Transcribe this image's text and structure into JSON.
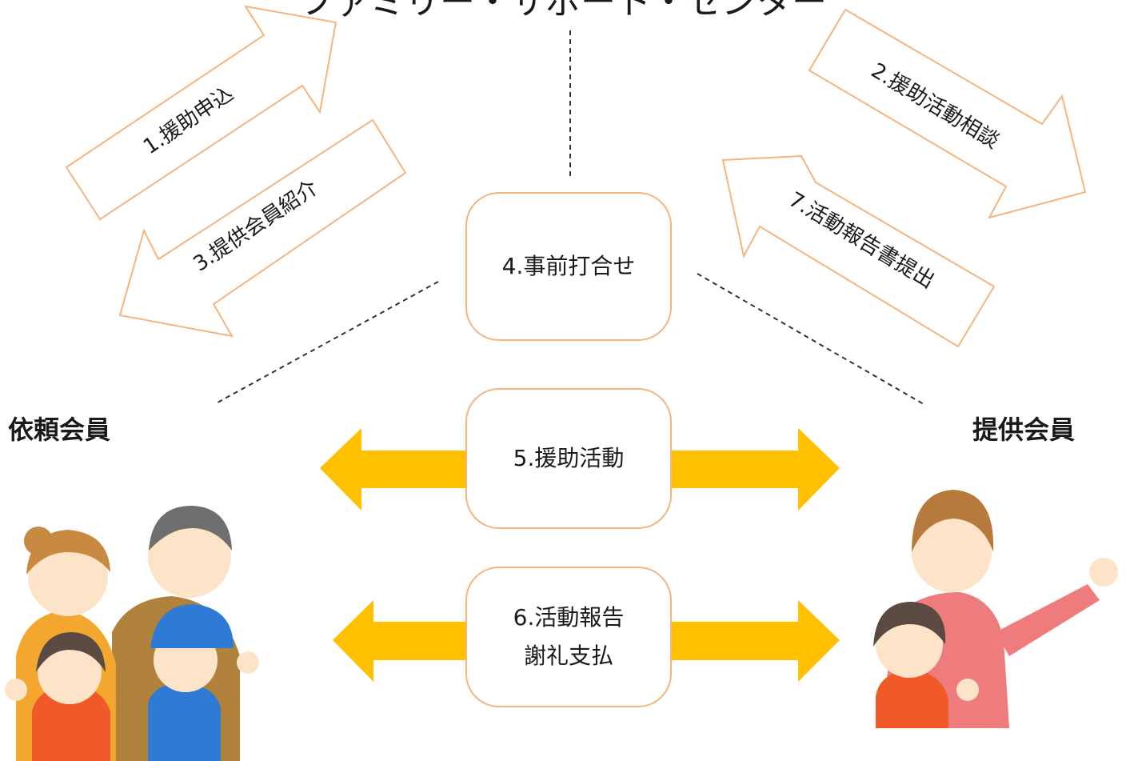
{
  "center": {
    "title": "ファミリー・サポート・センター"
  },
  "groups": {
    "requester": "依頼会員",
    "provider": "提供会員"
  },
  "steps": {
    "s1": "1.援助申込",
    "s2": "2.援助活動相談",
    "s3": "3.提供会員紹介",
    "s4": "4.事前打合せ",
    "s5": "5.援助活動",
    "s6a": "6.活動報告",
    "s6b": "謝礼支払",
    "s7": "7.活動報告書提出"
  },
  "colors": {
    "outline_arrow": "#f4b57f",
    "solid_arrow": "#ffc000",
    "box_border": "#f4b57f"
  }
}
